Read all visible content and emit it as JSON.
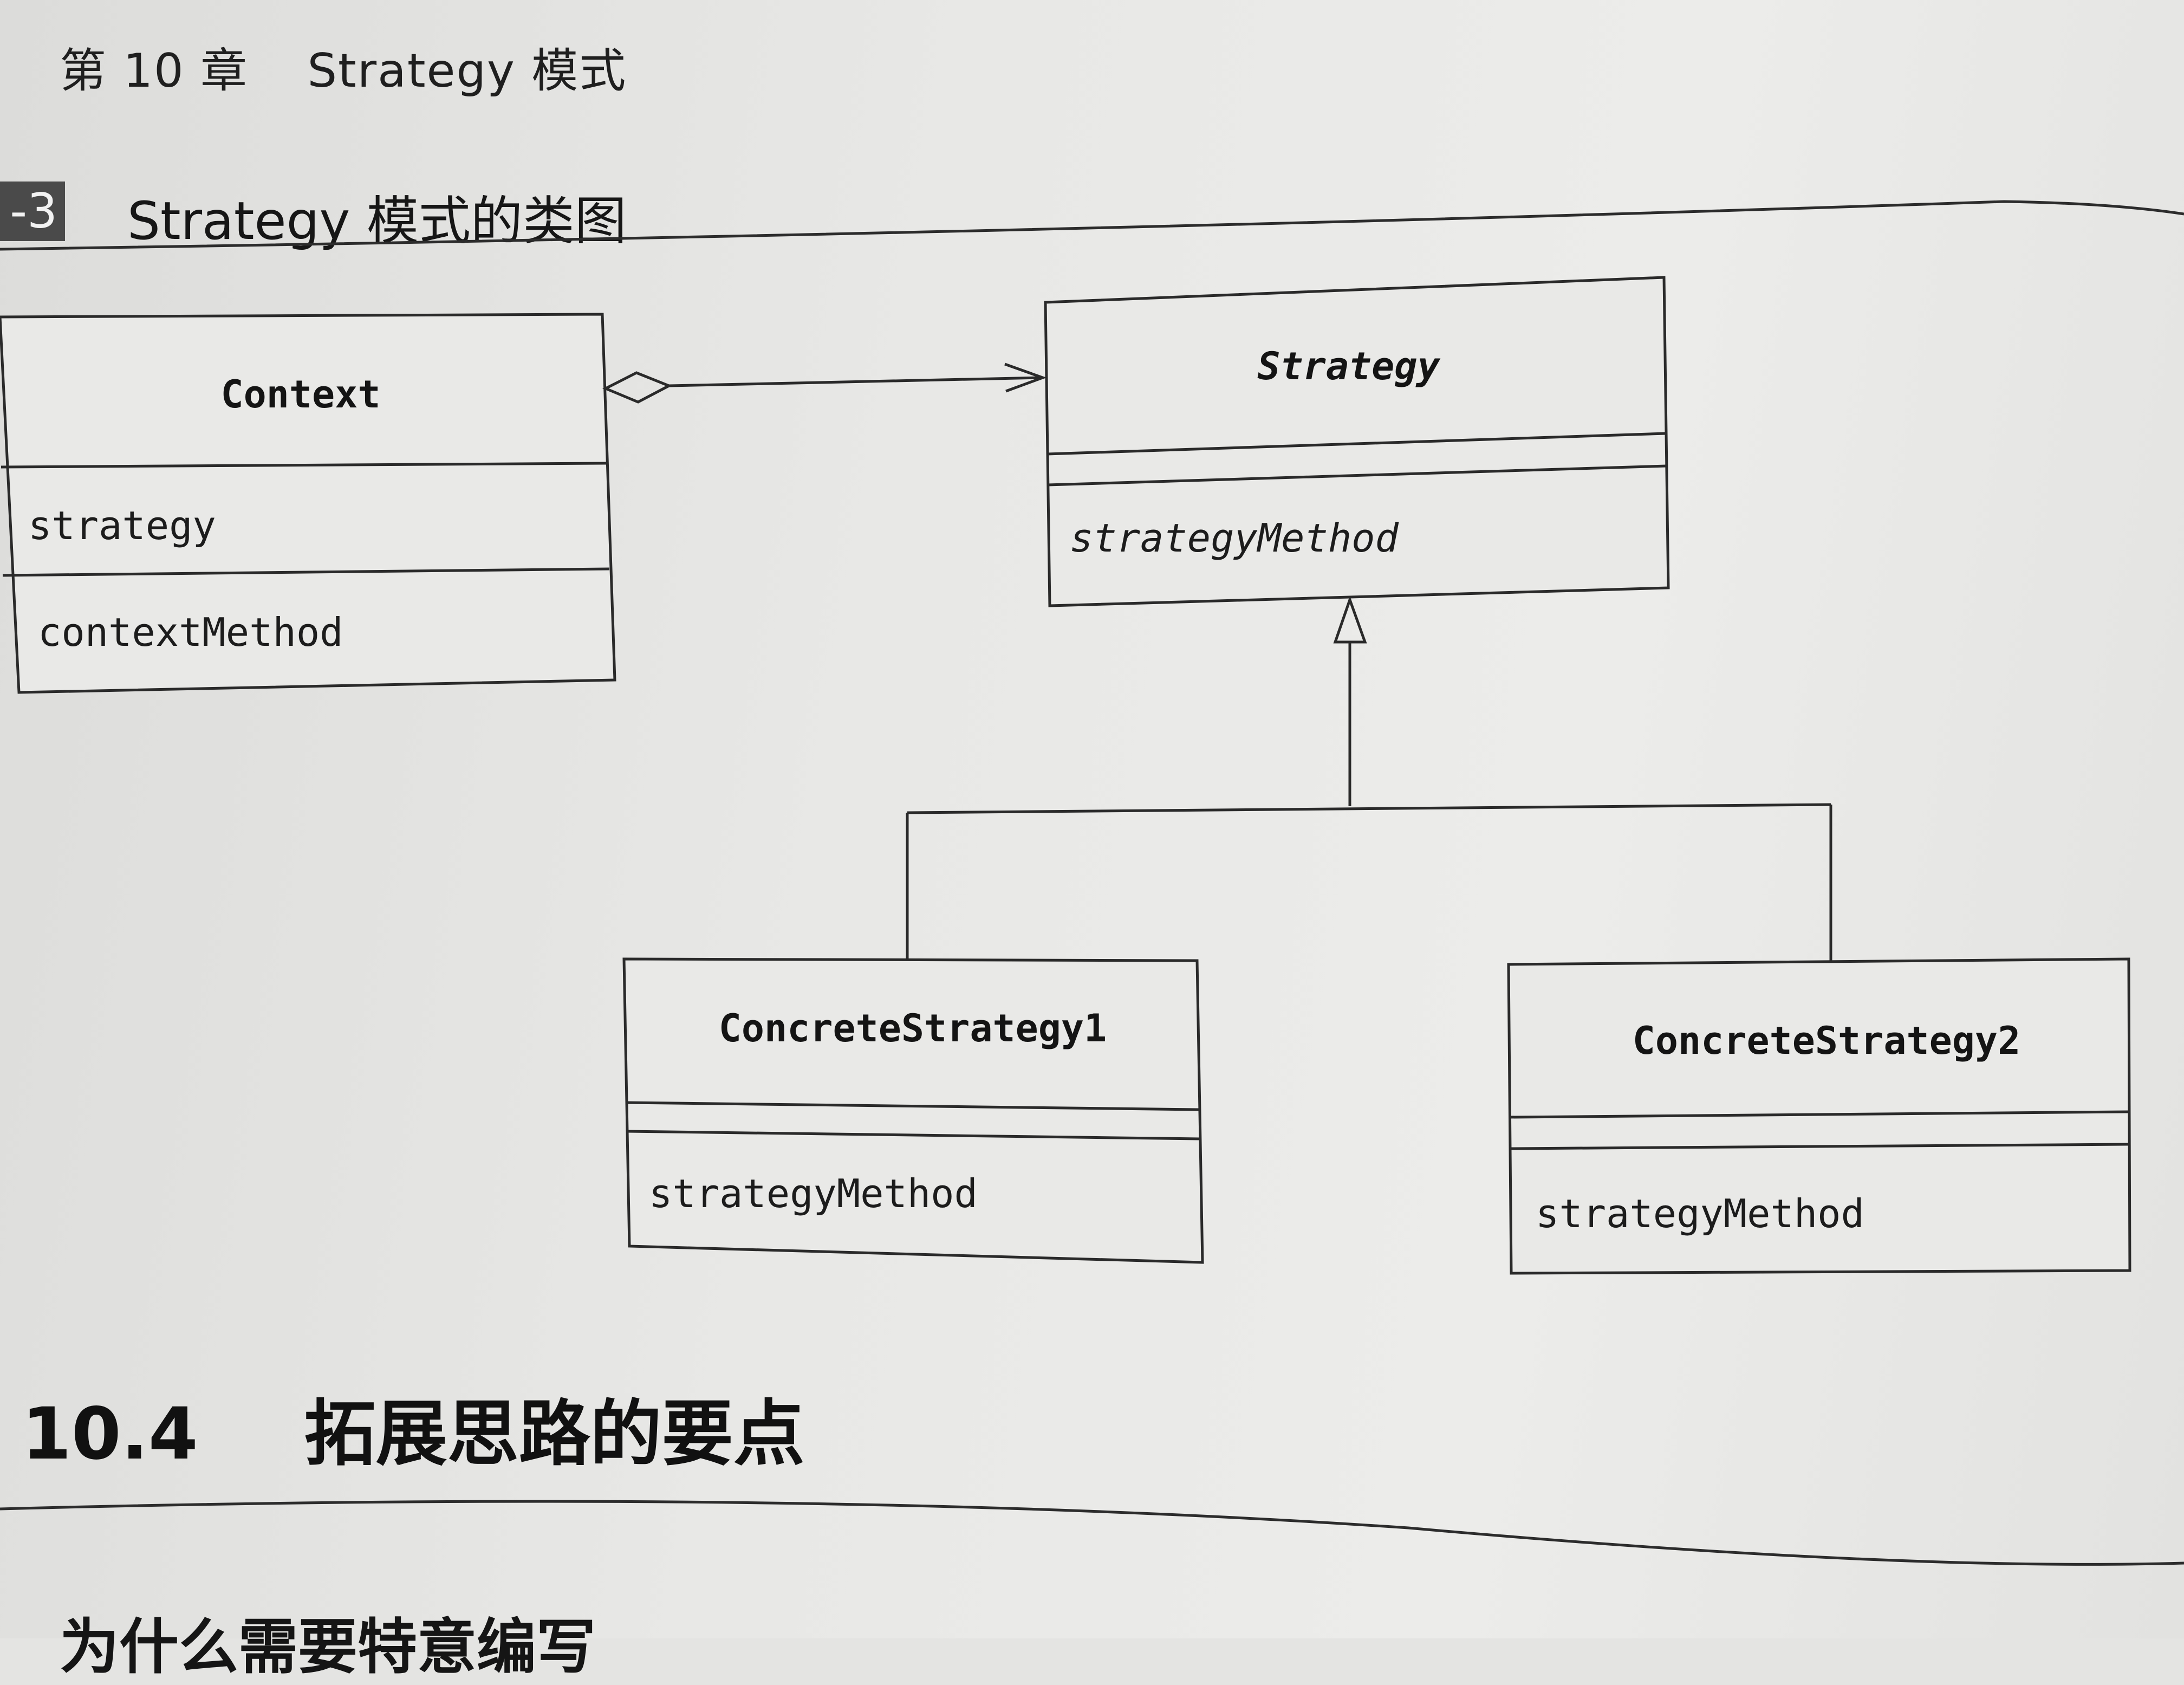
{
  "running_head": {
    "chapter": "第 10 章",
    "title": "Strategy 模式"
  },
  "figure": {
    "label": "-3",
    "title": "Strategy 模式的类图"
  },
  "diagram": {
    "classes": {
      "context": {
        "name": "Context",
        "attribute": "strategy",
        "method": "contextMethod"
      },
      "strategy": {
        "name": "Strategy",
        "method": "strategyMethod"
      },
      "concrete1": {
        "name": "ConcreteStrategy1",
        "method": "strategyMethod"
      },
      "concrete2": {
        "name": "ConcreteStrategy2",
        "method": "strategyMethod"
      }
    }
  },
  "section": {
    "number": "10.4",
    "title": "拓展思路的要点"
  },
  "subheading": "为什么需要特意编写"
}
